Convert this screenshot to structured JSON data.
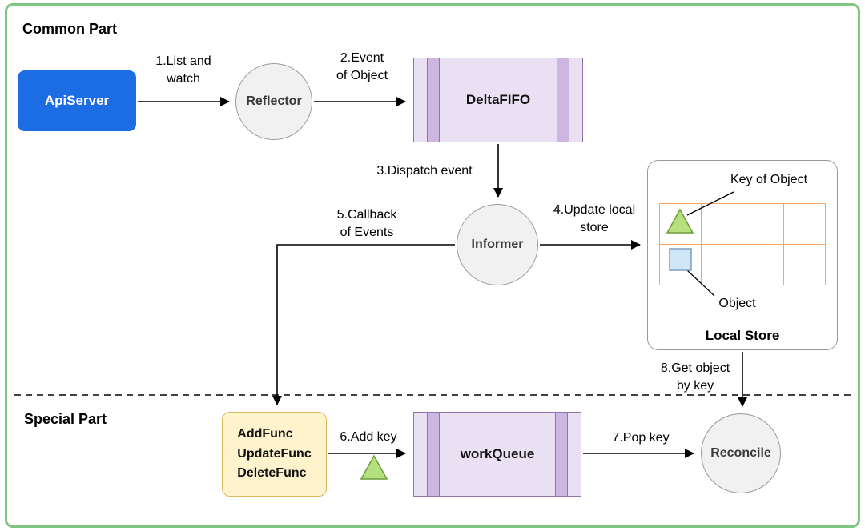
{
  "diagram": {
    "sections": {
      "common": "Common Part",
      "special": "Special Part"
    },
    "nodes": {
      "api_server": "ApiServer",
      "reflector": "Reflector",
      "delta_fifo": "DeltaFIFO",
      "informer": "Informer",
      "handlers": "AddFunc\nUpdateFunc\nDeleteFunc",
      "work_queue": "workQueue",
      "reconcile": "Reconcile",
      "local_store": {
        "title": "Local Store",
        "key_label": "Key of Object",
        "object_label": "Object"
      }
    },
    "edges": {
      "e1": "1.List and\nwatch",
      "e2": "2.Event\nof Object",
      "e3": "3.Dispatch event",
      "e4": "4.Update local\nstore",
      "e5": "5.Callback\nof Events",
      "e6": "6.Add key",
      "e7": "7.Pop key",
      "e8": "8.Get object\nby key"
    },
    "colors": {
      "frame_green": "#7FC682",
      "api_server_blue": "#1C6CE3",
      "fifo_fill": "#E9E0F3",
      "fifo_bar": "#CDB6DF",
      "fifo_stroke": "#9673A6",
      "handlers_fill": "#FFF3CD",
      "handlers_stroke": "#D9BB5E",
      "circle_fill": "#F1F1F1",
      "circle_stroke": "#9A9A9A",
      "grid_orange": "#FFA361",
      "triangle_fill": "#B6DF7E",
      "triangle_stroke": "#6C9A3F",
      "square_fill": "#CFE6F7",
      "square_stroke": "#7F9FBF",
      "arrow_black": "#000000"
    }
  }
}
